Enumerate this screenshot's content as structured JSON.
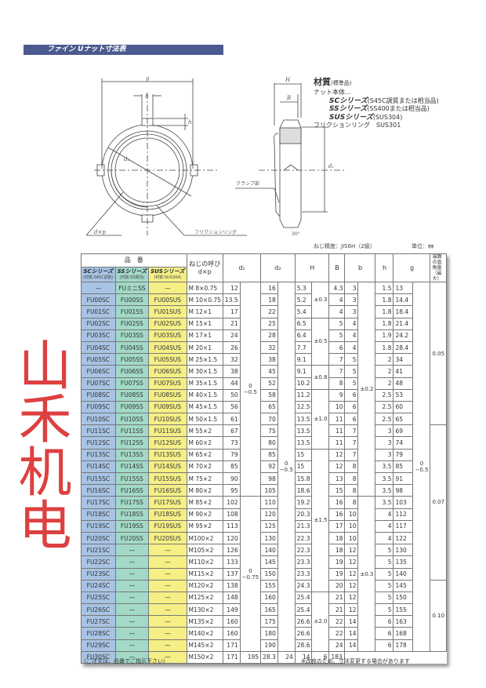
{
  "header": {
    "title": "ファイン Uナット寸法表"
  },
  "diagram": {
    "labels": {
      "g": "g",
      "b": "b",
      "h": "h",
      "d1": "d₁",
      "d2": "d₂",
      "dxp": "d×p",
      "friction_ring": "フリクションリング",
      "clamp": "クランプ部",
      "H": "H",
      "B": "B",
      "angle": "30°"
    }
  },
  "material": {
    "title": "材質",
    "title_note": "(標準品)",
    "nut_body": "ナット本体…",
    "lines": [
      {
        "series": "SCシリーズ",
        "spec": "(S45C調質または相当品)"
      },
      {
        "series": "SSシリーズ",
        "spec": "(SS400または相当品)"
      },
      {
        "series": "SUSシリーズ",
        "spec": "(SUS304)"
      }
    ],
    "friction_ring": "フリクションリング　SUS301"
  },
  "precision": "ねじ精度：JIS6H（2級）",
  "unit": "単位：㎜",
  "table": {
    "headers": {
      "part_no": "品　番",
      "sc": "SCシリーズ",
      "sc_sub": "(材質:S45C調質)",
      "ss": "SSシリーズ",
      "ss_sub": "(材質:SS相当)",
      "sus": "SUSシリーズ",
      "sus_sub": "(材質:SUS304)",
      "thread": "ねじの呼び d×p",
      "d1": "d₁",
      "d2": "d₂",
      "H": "H",
      "B": "B",
      "b": "b",
      "h": "h",
      "g": "g",
      "perp": "端面の直角度（最大）"
    },
    "rows": [
      [
        "—",
        "FUミニSS",
        "—",
        "M  8×0.75",
        "12",
        "16",
        "5.3",
        "4.3",
        "3",
        "1.5",
        "13"
      ],
      [
        "FU00SC",
        "FU00SS",
        "FU00SUS",
        "M 10×0.75",
        "13.5",
        "18",
        "5.2",
        "4",
        "3",
        "1.8",
        "14.4"
      ],
      [
        "FU01SC",
        "FU01SS",
        "FU01SUS",
        "M 12×1",
        "17",
        "22",
        "5.4",
        "4",
        "3",
        "1.8",
        "18.4"
      ],
      [
        "FU02SC",
        "FU02SS",
        "FU02SUS",
        "M 15×1",
        "21",
        "25",
        "6.5",
        "5",
        "4",
        "1.8",
        "21.4"
      ],
      [
        "FU03SC",
        "FU03SS",
        "FU03SUS",
        "M 17×1",
        "24",
        "28",
        "6.4",
        "5",
        "4",
        "1.9",
        "24.2"
      ],
      [
        "FU04SC",
        "FU04SS",
        "FU04SUS",
        "M 20×1",
        "26",
        "32",
        "7.7",
        "6",
        "4",
        "1.8",
        "28.4"
      ],
      [
        "FU05SC",
        "FU05SS",
        "FU05SUS",
        "M 25×1.5",
        "32",
        "38",
        "9.1",
        "7",
        "5",
        "2",
        "34"
      ],
      [
        "FU06SC",
        "FU06SS",
        "FU06SUS",
        "M 30×1.5",
        "38",
        "45",
        "9.1",
        "7",
        "5",
        "2",
        "41"
      ],
      [
        "FU07SC",
        "FU07SS",
        "FU07SUS",
        "M 35×1.5",
        "44",
        "52",
        "10.2",
        "8",
        "5",
        "2",
        "48"
      ],
      [
        "FU08SC",
        "FU08SS",
        "FU08SUS",
        "M 40×1.5",
        "50",
        "58",
        "11.2",
        "9",
        "6",
        "2.5",
        "53"
      ],
      [
        "FU09SC",
        "FU09SS",
        "FU09SUS",
        "M 45×1.5",
        "56",
        "65",
        "12.5",
        "10",
        "6",
        "2.5",
        "60"
      ],
      [
        "FU10SC",
        "FU10SS",
        "FU10SUS",
        "M 50×1.5",
        "61",
        "70",
        "13.5",
        "11",
        "6",
        "2.5",
        "65"
      ],
      [
        "FU11SC",
        "FU11SS",
        "FU11SUS",
        "M 55×2",
        "67",
        "75",
        "13.5",
        "11",
        "7",
        "3",
        "69"
      ],
      [
        "FU12SC",
        "FU12SS",
        "FU12SUS",
        "M 60×2",
        "73",
        "80",
        "13.5",
        "11",
        "7",
        "3",
        "74"
      ],
      [
        "FU13SC",
        "FU13SS",
        "FU13SUS",
        "M 65×2",
        "79",
        "85",
        "15",
        "12",
        "7",
        "3",
        "79"
      ],
      [
        "FU14SC",
        "FU14SS",
        "FU14SUS",
        "M 70×2",
        "85",
        "92",
        "15",
        "12",
        "8",
        "3.5",
        "85"
      ],
      [
        "FU15SC",
        "FU15SS",
        "FU15SUS",
        "M 75×2",
        "90",
        "98",
        "15.8",
        "13",
        "8",
        "3.5",
        "91"
      ],
      [
        "FU16SC",
        "FU16SS",
        "FU16SUS",
        "M 80×2",
        "95",
        "105",
        "18.6",
        "15",
        "8",
        "3.5",
        "98"
      ],
      [
        "FU17SC",
        "FU17SS",
        "FU17SUS",
        "M 85×2",
        "102",
        "110",
        "19.2",
        "16",
        "8",
        "3.5",
        "103"
      ],
      [
        "FU18SC",
        "FU18SS",
        "FU18SUS",
        "M 90×2",
        "108",
        "120",
        "20.3",
        "16",
        "10",
        "4",
        "112"
      ],
      [
        "FU19SC",
        "FU19SS",
        "FU19SUS",
        "M 95×2",
        "113",
        "125",
        "21.3",
        "17",
        "10",
        "4",
        "117"
      ],
      [
        "FU20SC",
        "FU20SS",
        "FU20SUS",
        "M100×2",
        "120",
        "130",
        "22.3",
        "18",
        "10",
        "4",
        "122"
      ],
      [
        "FU21SC",
        "—",
        "—",
        "M105×2",
        "126",
        "140",
        "22.3",
        "18",
        "12",
        "5",
        "130"
      ],
      [
        "FU22SC",
        "—",
        "—",
        "M110×2",
        "133",
        "145",
        "23.3",
        "19",
        "12",
        "5",
        "135"
      ],
      [
        "FU23SC",
        "—",
        "—",
        "M115×2",
        "137",
        "150",
        "23.3",
        "19",
        "12",
        "5",
        "140"
      ],
      [
        "FU24SC",
        "—",
        "—",
        "M120×2",
        "138",
        "155",
        "24.3",
        "20",
        "12",
        "5",
        "145"
      ],
      [
        "FU25SC",
        "—",
        "—",
        "M125×2",
        "148",
        "160",
        "25.4",
        "21",
        "12",
        "5",
        "150"
      ],
      [
        "FU26SC",
        "—",
        "—",
        "M130×2",
        "149",
        "165",
        "25.4",
        "21",
        "12",
        "5",
        "155"
      ],
      [
        "FU27SC",
        "—",
        "—",
        "M135×2",
        "160",
        "175",
        "26.6",
        "22",
        "14",
        "6",
        "163"
      ],
      [
        "FU28SC",
        "—",
        "—",
        "M140×2",
        "160",
        "180",
        "26.6",
        "22",
        "14",
        "6",
        "168"
      ],
      [
        "FU29SC",
        "—",
        "—",
        "M145×2",
        "171",
        "190",
        "28.6",
        "24",
        "14",
        "6",
        "178"
      ],
      [
        "FU30SC",
        "—",
        "—",
        "M150×2",
        "171",
        "195",
        "28.3",
        "24",
        "14",
        "6",
        "183"
      ]
    ],
    "tolerances": {
      "d1": [
        {
          "from": 0,
          "span": 18,
          "text": "0\n−0.5"
        },
        {
          "from": 18,
          "span": 13,
          "text": "0\n−0.75"
        }
      ],
      "d2": [
        {
          "from": 0,
          "span": 31,
          "text": "0\n−0.5"
        }
      ],
      "H": [
        {
          "from": 0,
          "span": 3,
          "text": "±0.3"
        },
        {
          "from": 3,
          "span": 4,
          "text": "±0.5"
        },
        {
          "from": 7,
          "span": 2,
          "text": "±0.8"
        },
        {
          "from": 9,
          "span": 5,
          "text": "±1.0"
        },
        {
          "from": 14,
          "span": 12,
          "text": "±1.5"
        },
        {
          "from": 26,
          "span": 5,
          "text": "±2.0"
        }
      ],
      "b": [
        {
          "from": 0,
          "span": 18,
          "text": "±0.2"
        },
        {
          "from": 18,
          "span": 13,
          "text": "±0.3"
        }
      ],
      "g": [
        {
          "from": 0,
          "span": 31,
          "text": "0\n−0.5"
        }
      ],
      "perp": [
        {
          "from": 0,
          "span": 12,
          "text": "0.05"
        },
        {
          "from": 12,
          "span": 13,
          "text": "0.07"
        },
        {
          "from": 25,
          "span": 6,
          "text": "0.10"
        }
      ]
    }
  },
  "notes": {
    "left": "（ご注文は、品番でご指示下さい）",
    "right": "※改良のため、寸法変更する場合があります"
  },
  "watermark": "山禾机电",
  "colors": {
    "header_bar": "#4b5a8e",
    "sc": "#a8c3e3",
    "ss": "#a2d9c8",
    "sus": "#f5ef86",
    "watermark": "#d71e1e"
  }
}
